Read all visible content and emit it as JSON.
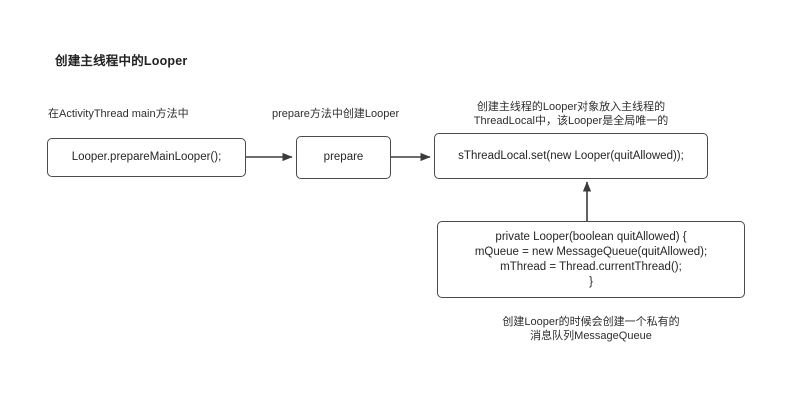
{
  "diagram": {
    "title": "创建主线程中的Looper",
    "type": "flowchart",
    "background_color": "#ffffff",
    "stroke_color": "#4a4a4a",
    "text_color": "#262626",
    "nodes": [
      {
        "id": "node-prepare-main-looper",
        "label": "Looper.prepareMainLooper();",
        "caption": "在ActivityThread main方法中",
        "shape": "rounded-rect"
      },
      {
        "id": "node-prepare",
        "label": "prepare",
        "caption": "prepare方法中创建Looper",
        "shape": "rounded-rect"
      },
      {
        "id": "node-sthreadlocal-set",
        "label": "sThreadLocal.set(new Looper(quitAllowed));",
        "caption_line1": "创建主线程的Looper对象放入主线程的",
        "caption_line2": "ThreadLocal中，该Looper是全局唯一的",
        "shape": "rounded-rect"
      },
      {
        "id": "node-looper-constructor",
        "code_line1": "private Looper(boolean quitAllowed) {",
        "code_line2": "mQueue = new MessageQueue(quitAllowed);",
        "code_line3": "mThread = Thread.currentThread();",
        "code_line4": "}",
        "caption_line1": "创建Looper的时候会创建一个私有的",
        "caption_line2": "消息队列MessageQueue",
        "shape": "rounded-rect"
      }
    ],
    "edges": [
      {
        "id": "edge-1",
        "from": "node-prepare-main-looper",
        "to": "node-prepare",
        "direction": "right"
      },
      {
        "id": "edge-2",
        "from": "node-prepare",
        "to": "node-sthreadlocal-set",
        "direction": "right"
      },
      {
        "id": "edge-3",
        "from": "node-looper-constructor",
        "to": "node-sthreadlocal-set",
        "direction": "up"
      }
    ]
  }
}
